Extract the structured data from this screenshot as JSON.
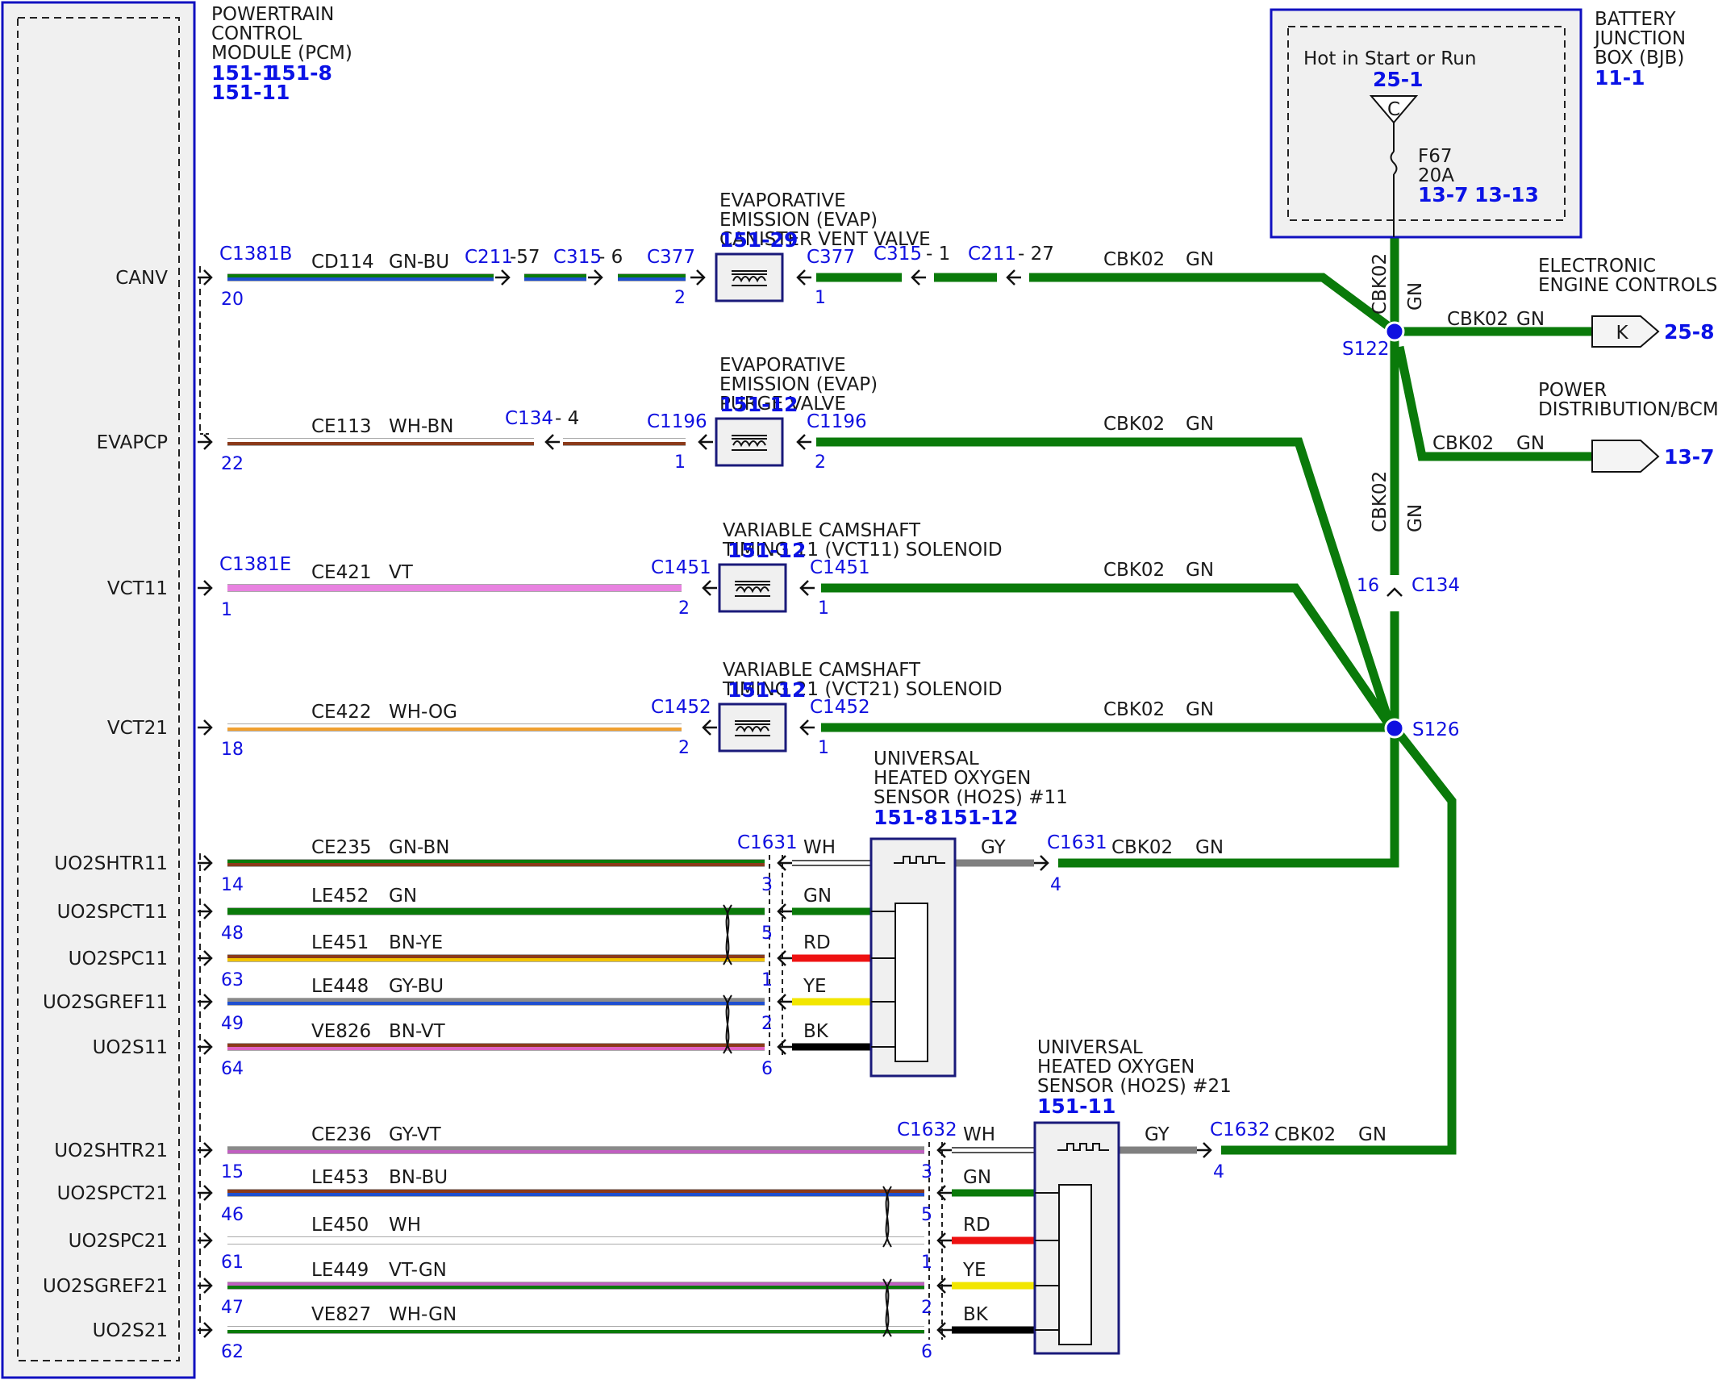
{
  "colors": {
    "GN": "#0a7a0a",
    "GY": "#808080",
    "RD": "#ee1111",
    "YE": "#f2e600",
    "BK": "#000000",
    "WH": "#ffffff",
    "blue": "#1010e0",
    "module_fill": "#f0f0f0"
  },
  "pcm": {
    "title": [
      "POWERTRAIN",
      "CONTROL",
      "MODULE (PCM)"
    ],
    "refs": [
      "151-1",
      "151-8",
      "151-11"
    ]
  },
  "bjb": {
    "title": [
      "BATTERY",
      "JUNCTION",
      "BOX (BJB)"
    ],
    "ref": "11-1",
    "hot_label": "Hot in Start or Run",
    "hot_ref": "25-1",
    "connector_letter": "C",
    "fuse": "F67",
    "fuse_rating": "20A",
    "fuse_refs": [
      "13-7",
      "13-13"
    ]
  },
  "splices": [
    {
      "id": "s122",
      "name": "S122"
    },
    {
      "id": "s126",
      "name": "S126"
    }
  ],
  "c134_vertical": {
    "pin": "16",
    "name": "C134",
    "circuit": "CBK02",
    "color": "GN"
  },
  "bjb_drop": {
    "circuit": "CBK02",
    "color": "GN"
  },
  "outputs": [
    {
      "id": "eec",
      "title": [
        "ELECTRONIC",
        "ENGINE CONTROLS"
      ],
      "circuit": "CBK02",
      "color": "GN",
      "letter": "K",
      "ref": "25-8"
    },
    {
      "id": "pdb",
      "title": [
        "POWER",
        "DISTRIBUTION/BCM"
      ],
      "circuit": "CBK02",
      "color": "GN",
      "letter": "",
      "ref": "13-7"
    }
  ],
  "components": [
    {
      "id": "evap-vent",
      "title": [
        "EVAPORATIVE",
        "EMISSION (EVAP)",
        "CANISTER VENT VALVE"
      ],
      "refs": [
        "151-29"
      ]
    },
    {
      "id": "evap-purge",
      "title": [
        "EVAPORATIVE",
        "EMISSION (EVAP)",
        "PURGE VALVE"
      ],
      "refs": [
        "151-12"
      ]
    },
    {
      "id": "vct11",
      "title": [
        "VARIABLE CAMSHAFT",
        "TIMING 11 (VCT11) SOLENOID"
      ],
      "refs": [
        "151-12"
      ]
    },
    {
      "id": "vct21",
      "title": [
        "VARIABLE CAMSHAFT",
        "TIMING 21 (VCT21) SOLENOID"
      ],
      "refs": [
        "151-12"
      ]
    }
  ],
  "sensors": [
    {
      "id": "ho2s11",
      "title": [
        "UNIVERSAL",
        "HEATED OXYGEN",
        "SENSOR (HO2S) #11"
      ],
      "refs": [
        "151-8",
        "151-12"
      ],
      "connector": "C1631",
      "heater_color": "GY",
      "heater_pin": "4",
      "heater_circuit": "CBK02",
      "heater_circuit_color": "GN",
      "leads": [
        "WH",
        "GN",
        "RD",
        "YE",
        "BK"
      ]
    },
    {
      "id": "ho2s21",
      "title": [
        "UNIVERSAL",
        "HEATED OXYGEN",
        "SENSOR (HO2S) #21"
      ],
      "refs": [
        "151-11"
      ],
      "connector": "C1632",
      "heater_color": "GY",
      "heater_pin": "4",
      "heater_circuit": "CBK02",
      "heater_circuit_color": "GN",
      "leads": [
        "WH",
        "GN",
        "RD",
        "YE",
        "BK"
      ]
    }
  ],
  "rows": [
    {
      "signal": "CANV",
      "pin": "20",
      "conn": "C1381B",
      "circuit": "CD114",
      "color": "GN-BU",
      "stripes": [
        "#0a7a0a",
        "#1e4fd0"
      ],
      "inline": [
        {
          "name": "C211",
          "pin": "57"
        },
        {
          "name": "C315",
          "pin": "6"
        }
      ],
      "comp_conn": "C377",
      "comp_pin_in": "2",
      "comp_pin_out": "1",
      "out_inline": [
        {
          "name": "C315",
          "pin": "1"
        },
        {
          "name": "C211",
          "pin": "27"
        }
      ],
      "out_circuit": "CBK02",
      "out_color": "GN"
    },
    {
      "signal": "EVAPCP",
      "pin": "22",
      "conn": "",
      "circuit": "CE113",
      "color": "WH-BN",
      "stripes": [
        "#ffffff",
        "#8b3a1a"
      ],
      "inline": [
        {
          "name": "C134",
          "pin": "4"
        }
      ],
      "comp_conn": "C1196",
      "comp_pin_in": "1",
      "comp_pin_out": "2",
      "out_inline": [],
      "out_circuit": "CBK02",
      "out_color": "GN"
    },
    {
      "signal": "VCT11",
      "pin": "1",
      "conn": "C1381E",
      "circuit": "CE421",
      "color": "VT",
      "stripes": [
        "#e882e0",
        "#e882e0"
      ],
      "inline": [],
      "comp_conn": "C1451",
      "comp_pin_in": "2",
      "comp_pin_out": "1",
      "out_inline": [],
      "out_circuit": "CBK02",
      "out_color": "GN"
    },
    {
      "signal": "VCT21",
      "pin": "18",
      "conn": "",
      "circuit": "CE422",
      "color": "WH-OG",
      "stripes": [
        "#ffffff",
        "#f0a030"
      ],
      "inline": [],
      "comp_conn": "C1452",
      "comp_pin_in": "2",
      "comp_pin_out": "1",
      "out_inline": [],
      "out_circuit": "CBK02",
      "out_color": "GN"
    },
    {
      "signal": "UO2SHTR11",
      "pin": "14",
      "circuit": "CE235",
      "color": "GN-BN",
      "stripes": [
        "#0a7a0a",
        "#8b3a1a"
      ],
      "sensor_pin": "3"
    },
    {
      "signal": "UO2SPCT11",
      "pin": "48",
      "circuit": "LE452",
      "color": "GN",
      "stripes": [
        "#0a7a0a",
        "#0a7a0a"
      ],
      "sensor_pin": "5"
    },
    {
      "signal": "UO2SPC11",
      "pin": "63",
      "circuit": "LE451",
      "color": "BN-YE",
      "stripes": [
        "#8b3a1a",
        "#f2c400"
      ],
      "sensor_pin": "1"
    },
    {
      "signal": "UO2SGREF11",
      "pin": "49",
      "circuit": "LE448",
      "color": "GY-BU",
      "stripes": [
        "#8a8a8a",
        "#1e4fd0"
      ],
      "sensor_pin": "2"
    },
    {
      "signal": "UO2S11",
      "pin": "64",
      "circuit": "VE826",
      "color": "BN-VT",
      "stripes": [
        "#8b3a1a",
        "#e060c0"
      ],
      "sensor_pin": "6"
    },
    {
      "signal": "UO2SHTR21",
      "pin": "15",
      "circuit": "CE236",
      "color": "GY-VT",
      "stripes": [
        "#8a8a8a",
        "#c060c0"
      ],
      "sensor_pin": "3"
    },
    {
      "signal": "UO2SPCT21",
      "pin": "46",
      "circuit": "LE453",
      "color": "BN-BU",
      "stripes": [
        "#8b3a1a",
        "#1e4fd0"
      ],
      "sensor_pin": "5"
    },
    {
      "signal": "UO2SPC21",
      "pin": "61",
      "circuit": "LE450",
      "color": "WH",
      "stripes": [
        "#ffffff",
        "#ffffff"
      ],
      "sensor_pin": "1"
    },
    {
      "signal": "UO2SGREF21",
      "pin": "47",
      "circuit": "LE449",
      "color": "VT-GN",
      "stripes": [
        "#c060c0",
        "#0a7a0a"
      ],
      "sensor_pin": "2"
    },
    {
      "signal": "UO2S21",
      "pin": "62",
      "circuit": "VE827",
      "color": "WH-GN",
      "stripes": [
        "#ffffff",
        "#0a7a0a"
      ],
      "sensor_pin": "6"
    }
  ]
}
